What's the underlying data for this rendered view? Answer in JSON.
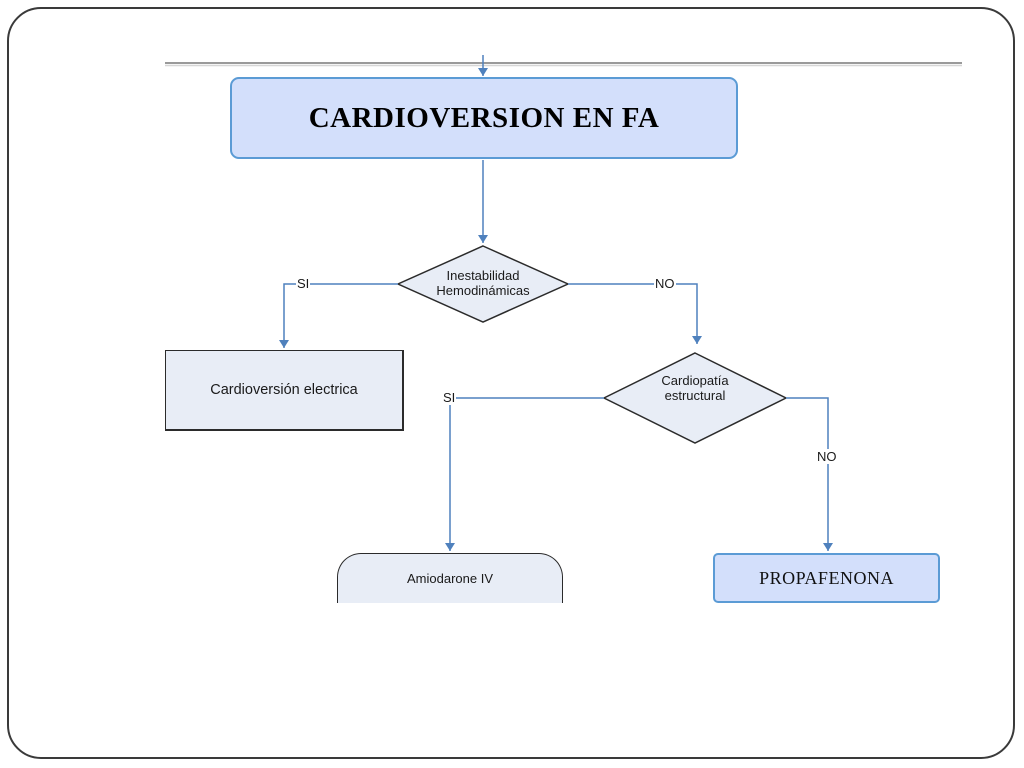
{
  "diagram": {
    "title": "CARDIOVERSION EN FA",
    "decision_1": {
      "line1": "Inestabilidad",
      "line2": "Hemodinámicas",
      "yes_label": "SI",
      "no_label": "NO"
    },
    "decision_2": {
      "line1": "Cardiopatía",
      "line2": "estructural",
      "yes_label": "SI",
      "no_label": "NO"
    },
    "node_electrical": "Cardioversión electrica",
    "node_amiodarone": "Amiodarone IV",
    "node_propafenone": "PROPAFENONA"
  },
  "colors": {
    "connector": "#4f81bd",
    "title_fill": "#d3dffb",
    "node_fill": "#e8edf6"
  }
}
